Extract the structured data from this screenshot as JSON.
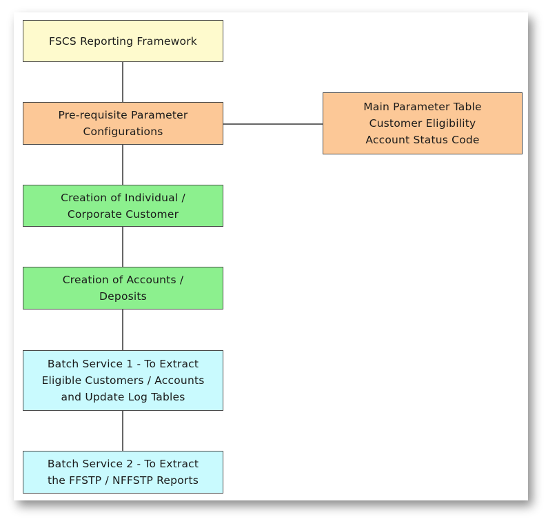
{
  "diagram": {
    "colors": {
      "yellow": "#fefacd",
      "orange": "#fcc897",
      "green": "#8cf08e",
      "cyan": "#c9fafe",
      "border": "#4a4a4a",
      "connector": "#333333"
    },
    "nodes": {
      "framework": {
        "lines": [
          "FSCS Reporting Framework"
        ]
      },
      "prerequisite": {
        "lines": [
          "Pre-requisite Parameter",
          "Configurations"
        ]
      },
      "parameter_tables": {
        "lines": [
          "Main Parameter Table",
          "Customer Eligibility",
          "Account Status Code"
        ]
      },
      "customer_creation": {
        "lines": [
          "Creation of Individual /",
          "Corporate Customer"
        ]
      },
      "account_creation": {
        "lines": [
          "Creation of Accounts /",
          "Deposits"
        ]
      },
      "batch_service_1": {
        "lines": [
          "Batch Service 1 - To Extract",
          "Eligible Customers / Accounts",
          "and Update Log Tables"
        ]
      },
      "batch_service_2": {
        "lines": [
          "Batch Service 2 - To Extract",
          "the FFSTP / NFFSTP Reports"
        ]
      }
    }
  }
}
